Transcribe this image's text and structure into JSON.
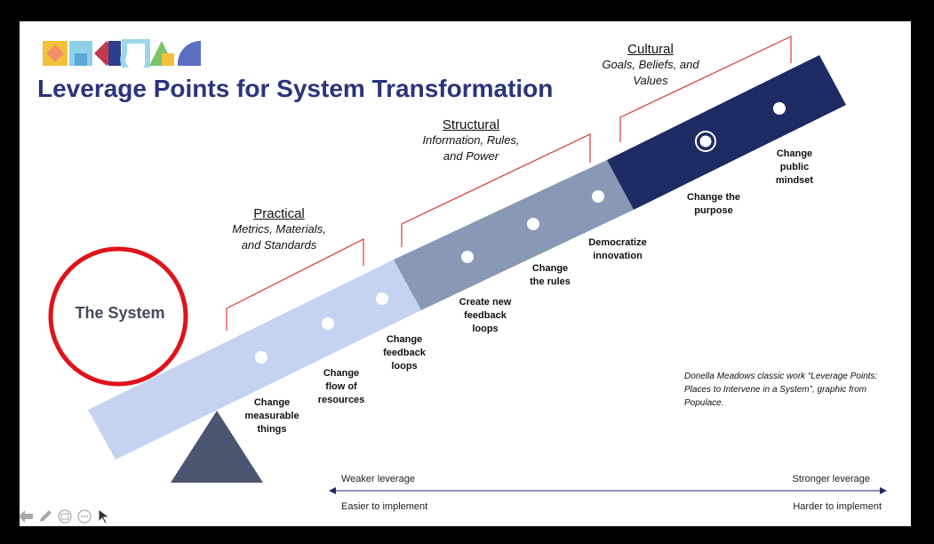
{
  "slide": {
    "title": "Leverage Points for System Transformation",
    "system_label": "The System",
    "colors": {
      "title": "#2b3479",
      "practical": "#c5d3f1",
      "structural": "#8898b5",
      "cultural": "#1e2a62",
      "circle": "#e0121a",
      "fulcrum": "#4a5670",
      "bracket": "#d93a3a"
    }
  },
  "categories": [
    {
      "title": "Practical",
      "subtitle": "Metrics, Materials,\nand Standards"
    },
    {
      "title": "Structural",
      "subtitle": "Information, Rules,\nand Power"
    },
    {
      "title": "Cultural",
      "subtitle": "Goals, Beliefs, and\nValues"
    }
  ],
  "leverage_points": [
    "Change\nmeasurable\nthings",
    "Change\nflow of\nresources",
    "Change\nfeedback\nloops",
    "Create new\nfeedback\nloops",
    "Change\nthe rules",
    "Democratize\ninnovation",
    "Change the\npurpose",
    "Change\npublic\nmindset"
  ],
  "scale": {
    "left_top": "Weaker leverage",
    "left_bottom": "Easier to implement",
    "right_top": "Stronger leverage",
    "right_bottom": "Harder to implement"
  },
  "citation": "Donella Meadows classic work “Leverage Points: Places to Intervene in a System”, graphic from Populace.",
  "toolbar": {
    "icons": [
      "back-arrow-icon",
      "pen-icon",
      "slides-icon",
      "more-icon",
      "cursor-icon"
    ]
  }
}
